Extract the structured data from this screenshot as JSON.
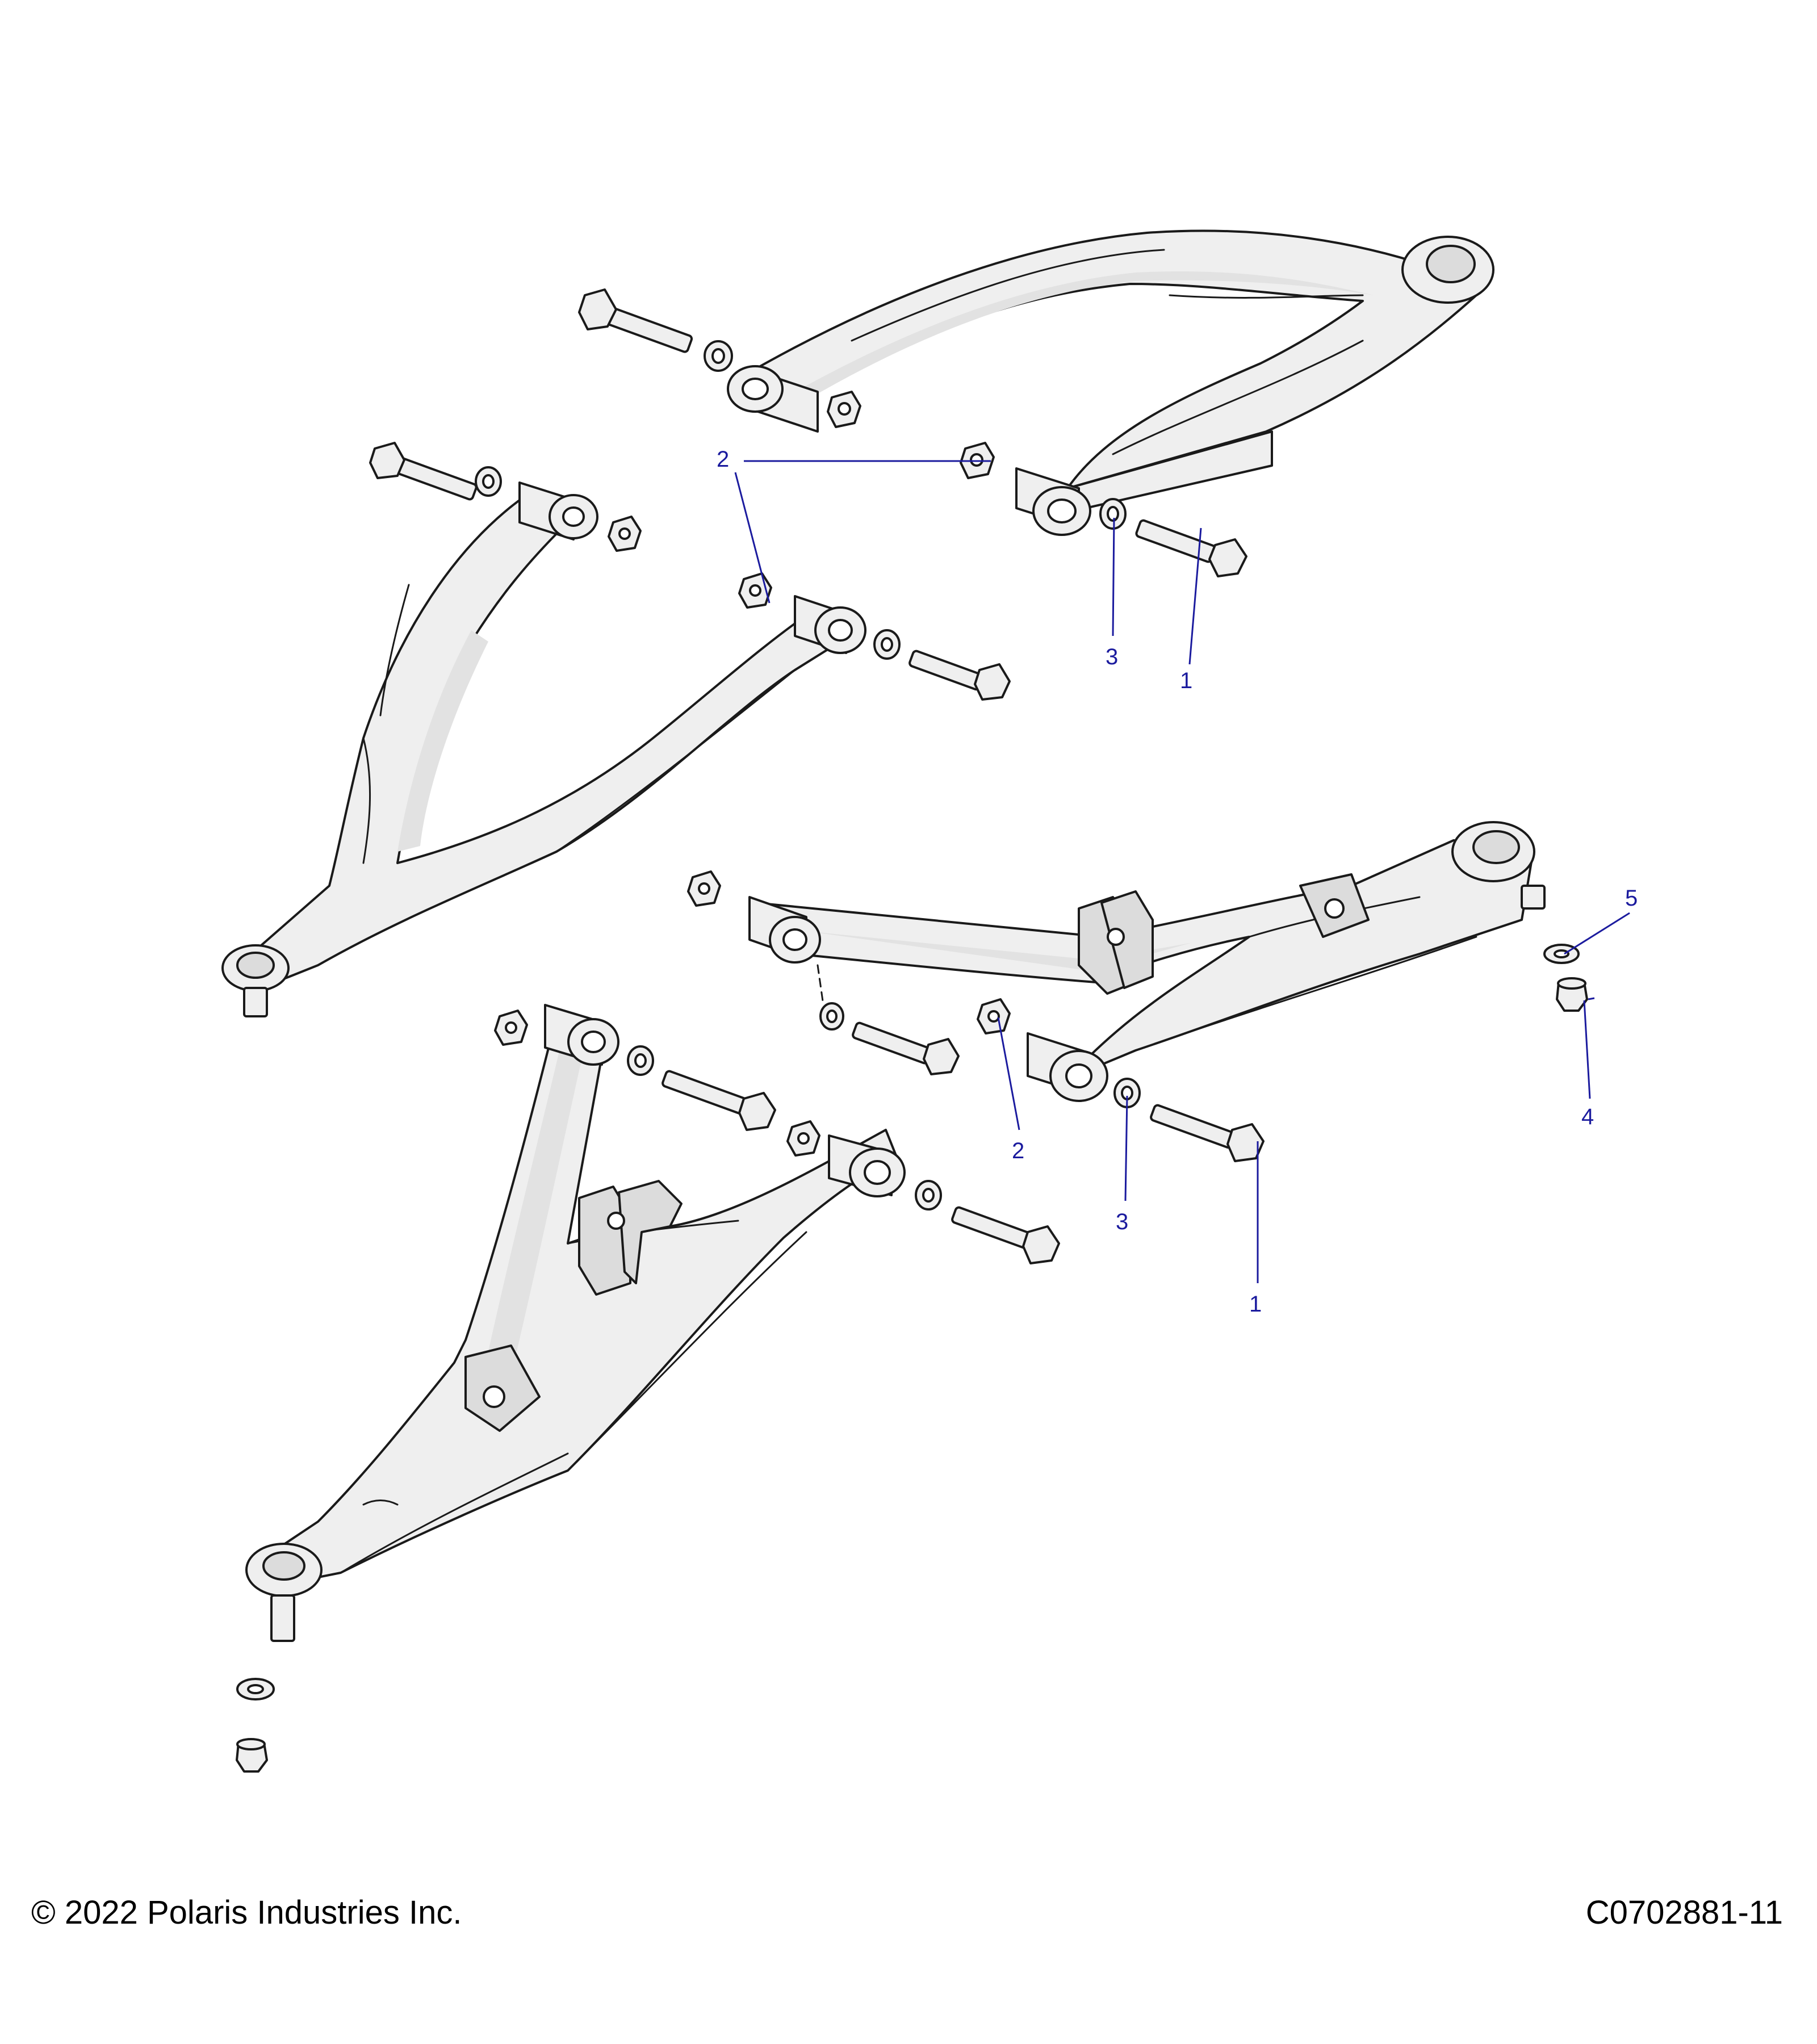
{
  "callout_color": "#1b1b9e",
  "callouts": [
    {
      "num": "1",
      "part": "bolt"
    },
    {
      "num": "2",
      "part": "nut"
    },
    {
      "num": "3",
      "part": "washer"
    },
    {
      "num": "4",
      "part": "nut"
    },
    {
      "num": "5",
      "part": "washer"
    }
  ],
  "footer": {
    "copyright": "© 2022 Polaris Industries Inc.",
    "code": "C0702881-11"
  }
}
